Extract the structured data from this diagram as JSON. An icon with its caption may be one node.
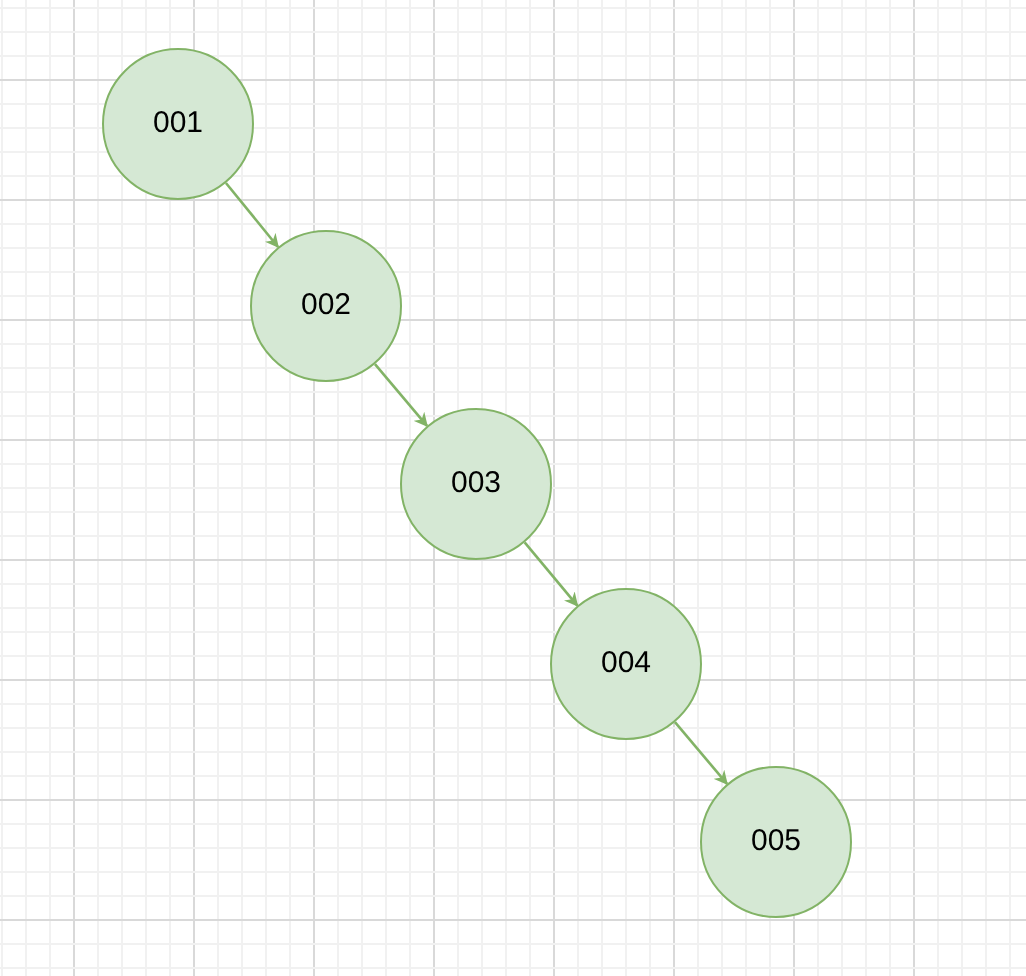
{
  "diagram": {
    "nodes": [
      {
        "text": [
          "001"
        ]
      },
      {
        "text": [
          "002"
        ]
      },
      {
        "text": [
          "003"
        ]
      },
      {
        "text": [
          "004"
        ]
      },
      {
        "text": [
          "005"
        ]
      }
    ],
    "edges": [
      {
        "from": 0,
        "to": 1,
        "arrow": "to"
      },
      {
        "from": 1,
        "to": 2,
        "arrow": "to"
      },
      {
        "from": 2,
        "to": 3,
        "arrow": "to"
      },
      {
        "from": 3,
        "to": 4,
        "arrow": "to"
      }
    ]
  }
}
